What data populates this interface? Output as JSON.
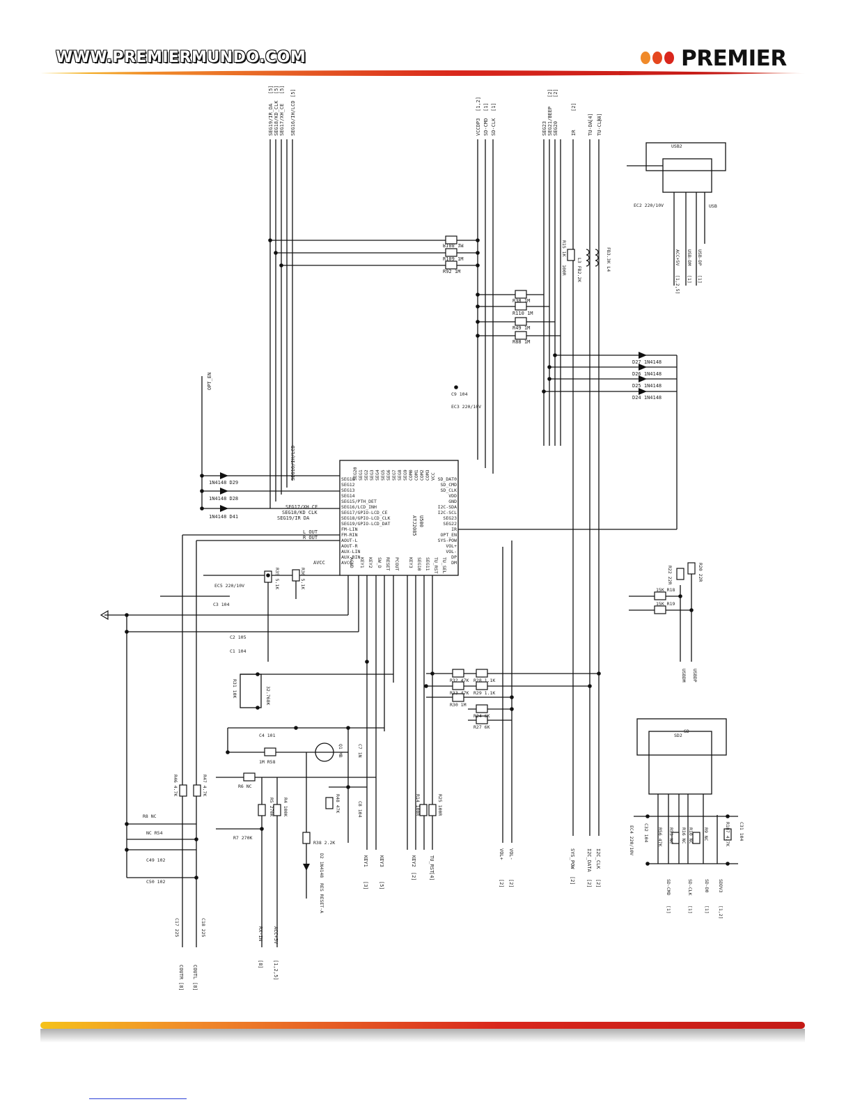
{
  "header": {
    "website": "WWW.PREMIERMUNDO.COM",
    "brand": "PREMIER",
    "colors": {
      "red": "#d9261c",
      "orange": "#f08a2a",
      "yellow": "#f5c21a"
    }
  },
  "ic": {
    "ref": "U500",
    "part": "ATJ2085",
    "left_pins": [
      "SEG18",
      "SEG12",
      "SEG13",
      "SEG14",
      "SEG15/PTH_DET",
      "SEG16/LCD_INH",
      "SEG17/GPIO-LCD_CE",
      "SEG18/GPIO-LCD_CLK",
      "SEG19/GPIO-LCD_DAT",
      "FM-LIN",
      "FM-RIN",
      "AOUT-L",
      "AOUT-R",
      "AUX-LIN",
      "AUX-RIN",
      "AVCC"
    ],
    "right_pins": [
      "SD_DAT0",
      "SD_CMD",
      "SD_CLK",
      "VDD",
      "GND",
      "I2C-SDA",
      "I2C-SCL",
      "SEG23",
      "SEG22",
      "IR",
      "OPT_EN",
      "SYS-POW",
      "VOL+",
      "VOL-",
      "DP",
      "DM"
    ],
    "top_pins": [
      "SEG20",
      "SEG1",
      "SEG2",
      "SEG3",
      "SEG4",
      "SEG5",
      "SEG6",
      "SEG7",
      "SEG8",
      "SEG9",
      "COM0",
      "COM1",
      "COM2",
      "COM3",
      "VCC"
    ],
    "bottom_pins": [
      "AGND",
      "KEY1",
      "KEY2",
      "SW_D",
      "RESET",
      "PCOUT",
      "KEY3",
      "SEG10",
      "SEG11",
      "TU_RST",
      "TU_SEL"
    ]
  },
  "top_labels": [
    "SEG16/IH/LCD",
    "SEG17/XH_CE",
    "SEG18/KD_CLK",
    "SEG19/IR_DA",
    "VCCDP3",
    "SD-CMD",
    "SD-CLK",
    "SEG21/BEEP",
    "SEG20",
    "SEG23",
    "IR",
    "TU-DA",
    "TU-CLK"
  ],
  "top_refs": [
    "[5]",
    "[5]",
    "[5]",
    "[5]",
    "[1,2]",
    "[1]",
    "[1]",
    "[2]",
    "[2]",
    "[2]",
    "[4]",
    "[4]"
  ],
  "resistors_top": [
    "R108 1M",
    "R109 1M",
    "R92 1M",
    "R38 1M",
    "R110 1M",
    "R49 1M",
    "R88 1M"
  ],
  "diodes_right": [
    "D27 1N4148",
    "D26 1N4148",
    "D25 1N4148",
    "D24 1N4148"
  ],
  "diodes_left": [
    "1N4148 D29",
    "1N4148 D28",
    "1N4148 D41"
  ],
  "usb": {
    "ref": "USB2",
    "labels": [
      "ACC+5V",
      "USB-DM",
      "USB-DP"
    ],
    "ref_labels": [
      "[1,2,5]",
      "[1]",
      "[1]"
    ],
    "cap": "EC2 220/10V",
    "tag": "USB",
    "bottom": [
      "USBDM",
      "USBDP"
    ]
  },
  "usb_res": [
    "R22 22R",
    "R20 22R",
    "15K R18",
    "15K R19"
  ],
  "inductors": [
    "R15 1K",
    "L3 FB2.2K",
    "FB3.3K L4",
    "100R"
  ],
  "caps": [
    "C9 104",
    "EC3 220/10V",
    "EC5 220/10V",
    "C3 104",
    "C2 105",
    "C1 104",
    "C4 101",
    "C7 1N",
    "C8 104",
    "C49 102",
    "C50 102",
    "C17 225",
    "C18 225"
  ],
  "misc_resistors": [
    "R35 5.1K",
    "R36 5.1K",
    "R31 10K",
    "32.768K",
    "1M R58",
    "R6 NC",
    "R8 NC",
    "NC R54",
    "R46 4.7K",
    "R47 4.7K",
    "R5 270K",
    "R4 100K",
    "R7 270K",
    "R48 47K",
    "R32 47K",
    "R28 1.1K",
    "R33 47K",
    "R29 1.1K",
    "R30 1M",
    "R24 6K",
    "R27 6K",
    "R14 100R",
    "R25 100R",
    "R38 2.2K"
  ],
  "transistor": "Q1 MB",
  "diode_reset": "D2 1N4148",
  "switch": "RES RESET-A",
  "sd": {
    "ref": "SD2",
    "title": "SD",
    "bottom_labels": [
      "SD-CMD",
      "SD-CLK",
      "SD-D0",
      "SDDV3"
    ],
    "refs": [
      "[1]",
      "[1]",
      "[1]",
      "[1,2]"
    ],
    "parts": [
      "EC4 220/10V",
      "C32 104",
      "R56 47K",
      "R53 NC",
      "R16 NC",
      "R9 NC",
      "R10 NC",
      "R187 4.7K",
      "C31 104"
    ]
  },
  "bottom_nets": [
    "COUTR",
    "COUTL",
    "RX-IN",
    "ACC+5V",
    "KEY1",
    "KEY2",
    "KEY3",
    "TU_RST",
    "VOL+",
    "VOL-",
    "SYS_POW",
    "I2C_DATA",
    "I2C_CLK"
  ],
  "bottom_refs": [
    "[8]",
    "[8]",
    "[8]",
    "[1,2,5]",
    "[3]",
    "[2]",
    "[5]",
    "[4]",
    "[2]",
    "[2]",
    "[2]",
    "[2]",
    "[2]"
  ],
  "misc_nets": [
    "OPT_EN",
    "AVCC",
    "L_OUT",
    "R_OUT",
    "SEG19/IR DA",
    "SEG17/XH CE",
    "SEG18/KD CLK",
    "SEG16/IH/LCD"
  ]
}
